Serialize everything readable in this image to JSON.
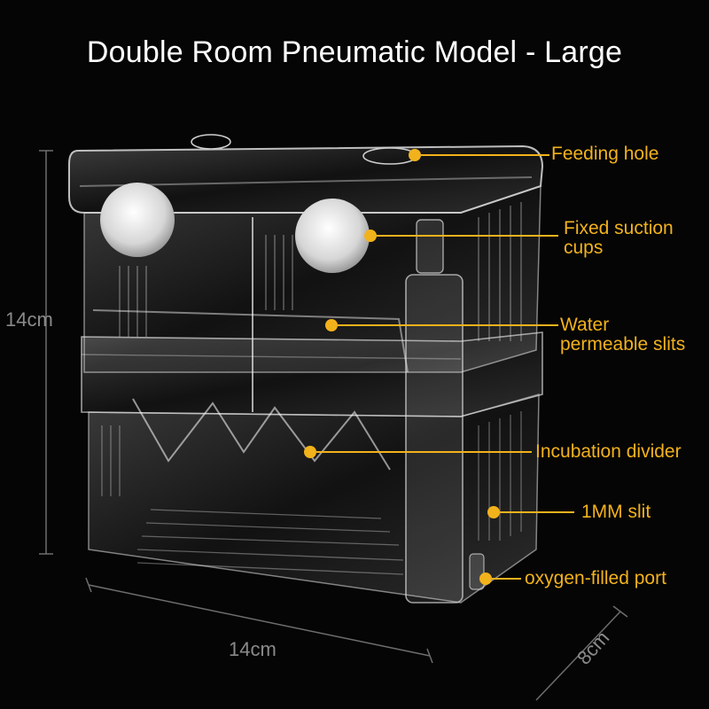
{
  "title": "Double Room Pneumatic Model - Large",
  "dimensions": {
    "height": "14cm",
    "width": "14cm",
    "depth": "8cm"
  },
  "callouts": [
    {
      "key": "feeding_hole",
      "text": "Feeding hole"
    },
    {
      "key": "suction_cups",
      "line1": "Fixed suction",
      "line2": "cups"
    },
    {
      "key": "slits",
      "line1": "Water",
      "line2": "permeable slits"
    },
    {
      "key": "divider",
      "text": "Incubation divider"
    },
    {
      "key": "slit_1mm",
      "text": "1MM slit"
    },
    {
      "key": "oxygen_port",
      "text": "oxygen-filled port"
    }
  ],
  "colors": {
    "background": "#050505",
    "callout": "#f2b21c",
    "dimension": "#8a8a8a",
    "title": "#ffffff"
  }
}
